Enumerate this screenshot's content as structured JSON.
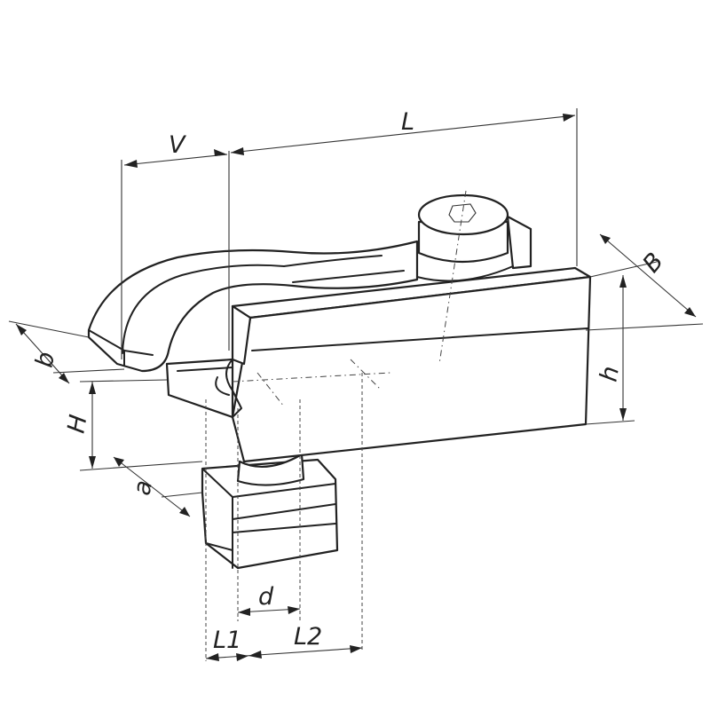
{
  "labels": {
    "L": "L",
    "V": "V",
    "B": "B",
    "b": "b",
    "H": "H",
    "h": "h",
    "a": "a",
    "d": "d",
    "L1": "L1",
    "L2": "L2"
  },
  "colors": {
    "line": "#222222",
    "background": "#ffffff"
  }
}
